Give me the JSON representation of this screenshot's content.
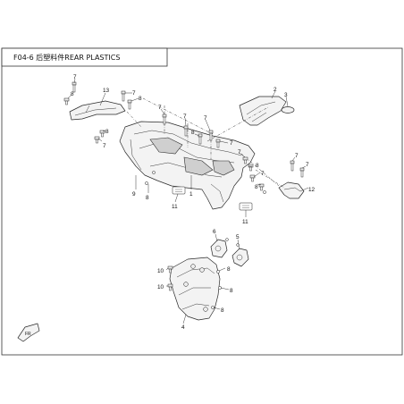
{
  "diagram": {
    "title": "F04-6 后塑料件REAR PLASTICS",
    "callouts": [
      "1",
      "2",
      "3",
      "4",
      "5",
      "6",
      "7",
      "8",
      "9",
      "10",
      "11",
      "12",
      "13"
    ],
    "front_arrow_label": "FR"
  }
}
